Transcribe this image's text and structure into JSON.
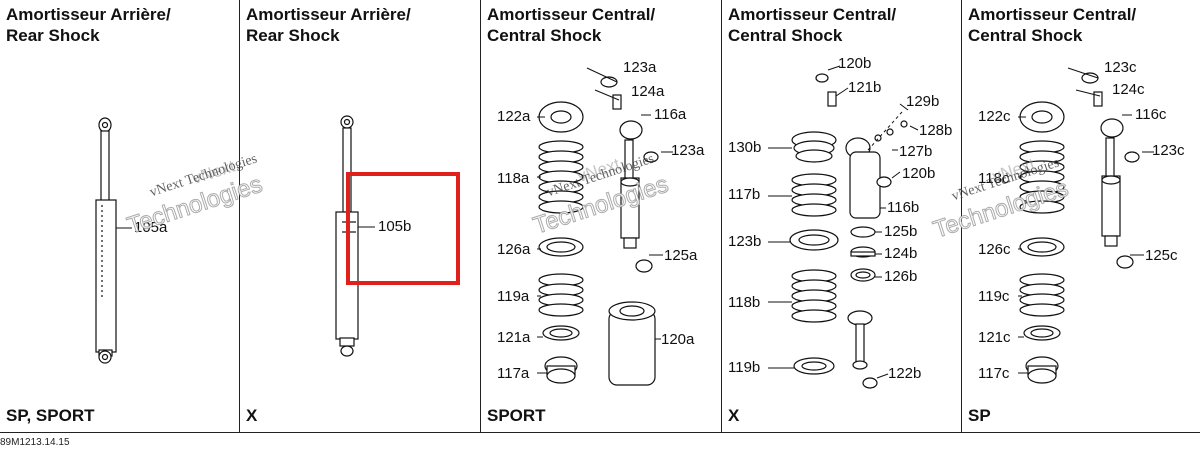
{
  "panels": [
    {
      "title_fr": "Amortisseur Arrière/",
      "title_en": "Rear Shock",
      "variant": "SP, SPORT",
      "callouts": [
        "105a"
      ]
    },
    {
      "title_fr": "Amortisseur Arrière/",
      "title_en": "Rear Shock",
      "variant": "X",
      "callouts": [
        "105b"
      ]
    },
    {
      "title_fr": "Amortisseur Central/",
      "title_en": "Central Shock",
      "variant": "SPORT",
      "callouts": [
        "123a",
        "124a",
        "122a",
        "116a",
        "123a",
        "118a",
        "126a",
        "125a",
        "119a",
        "120a",
        "121a",
        "117a"
      ]
    },
    {
      "title_fr": "Amortisseur Central/",
      "title_en": "Central Shock",
      "variant": "X",
      "callouts": [
        "120b",
        "121b",
        "129b",
        "128b",
        "130b",
        "127b",
        "120b",
        "117b",
        "116b",
        "125b",
        "123b",
        "124b",
        "126b",
        "118b",
        "119b",
        "122b"
      ]
    },
    {
      "title_fr": "Amortisseur Central/",
      "title_en": "Central Shock",
      "variant": "SP",
      "callouts": [
        "123c",
        "124c",
        "122c",
        "116c",
        "123c",
        "118c",
        "126c",
        "125c",
        "119c",
        "121c",
        "117c"
      ]
    }
  ],
  "drawing_code": "89M1213.14.15",
  "watermark": {
    "brand": "vNext",
    "company": "vNext Technologies",
    "tech": "Technologies"
  },
  "highlight_color": "#e0201c"
}
